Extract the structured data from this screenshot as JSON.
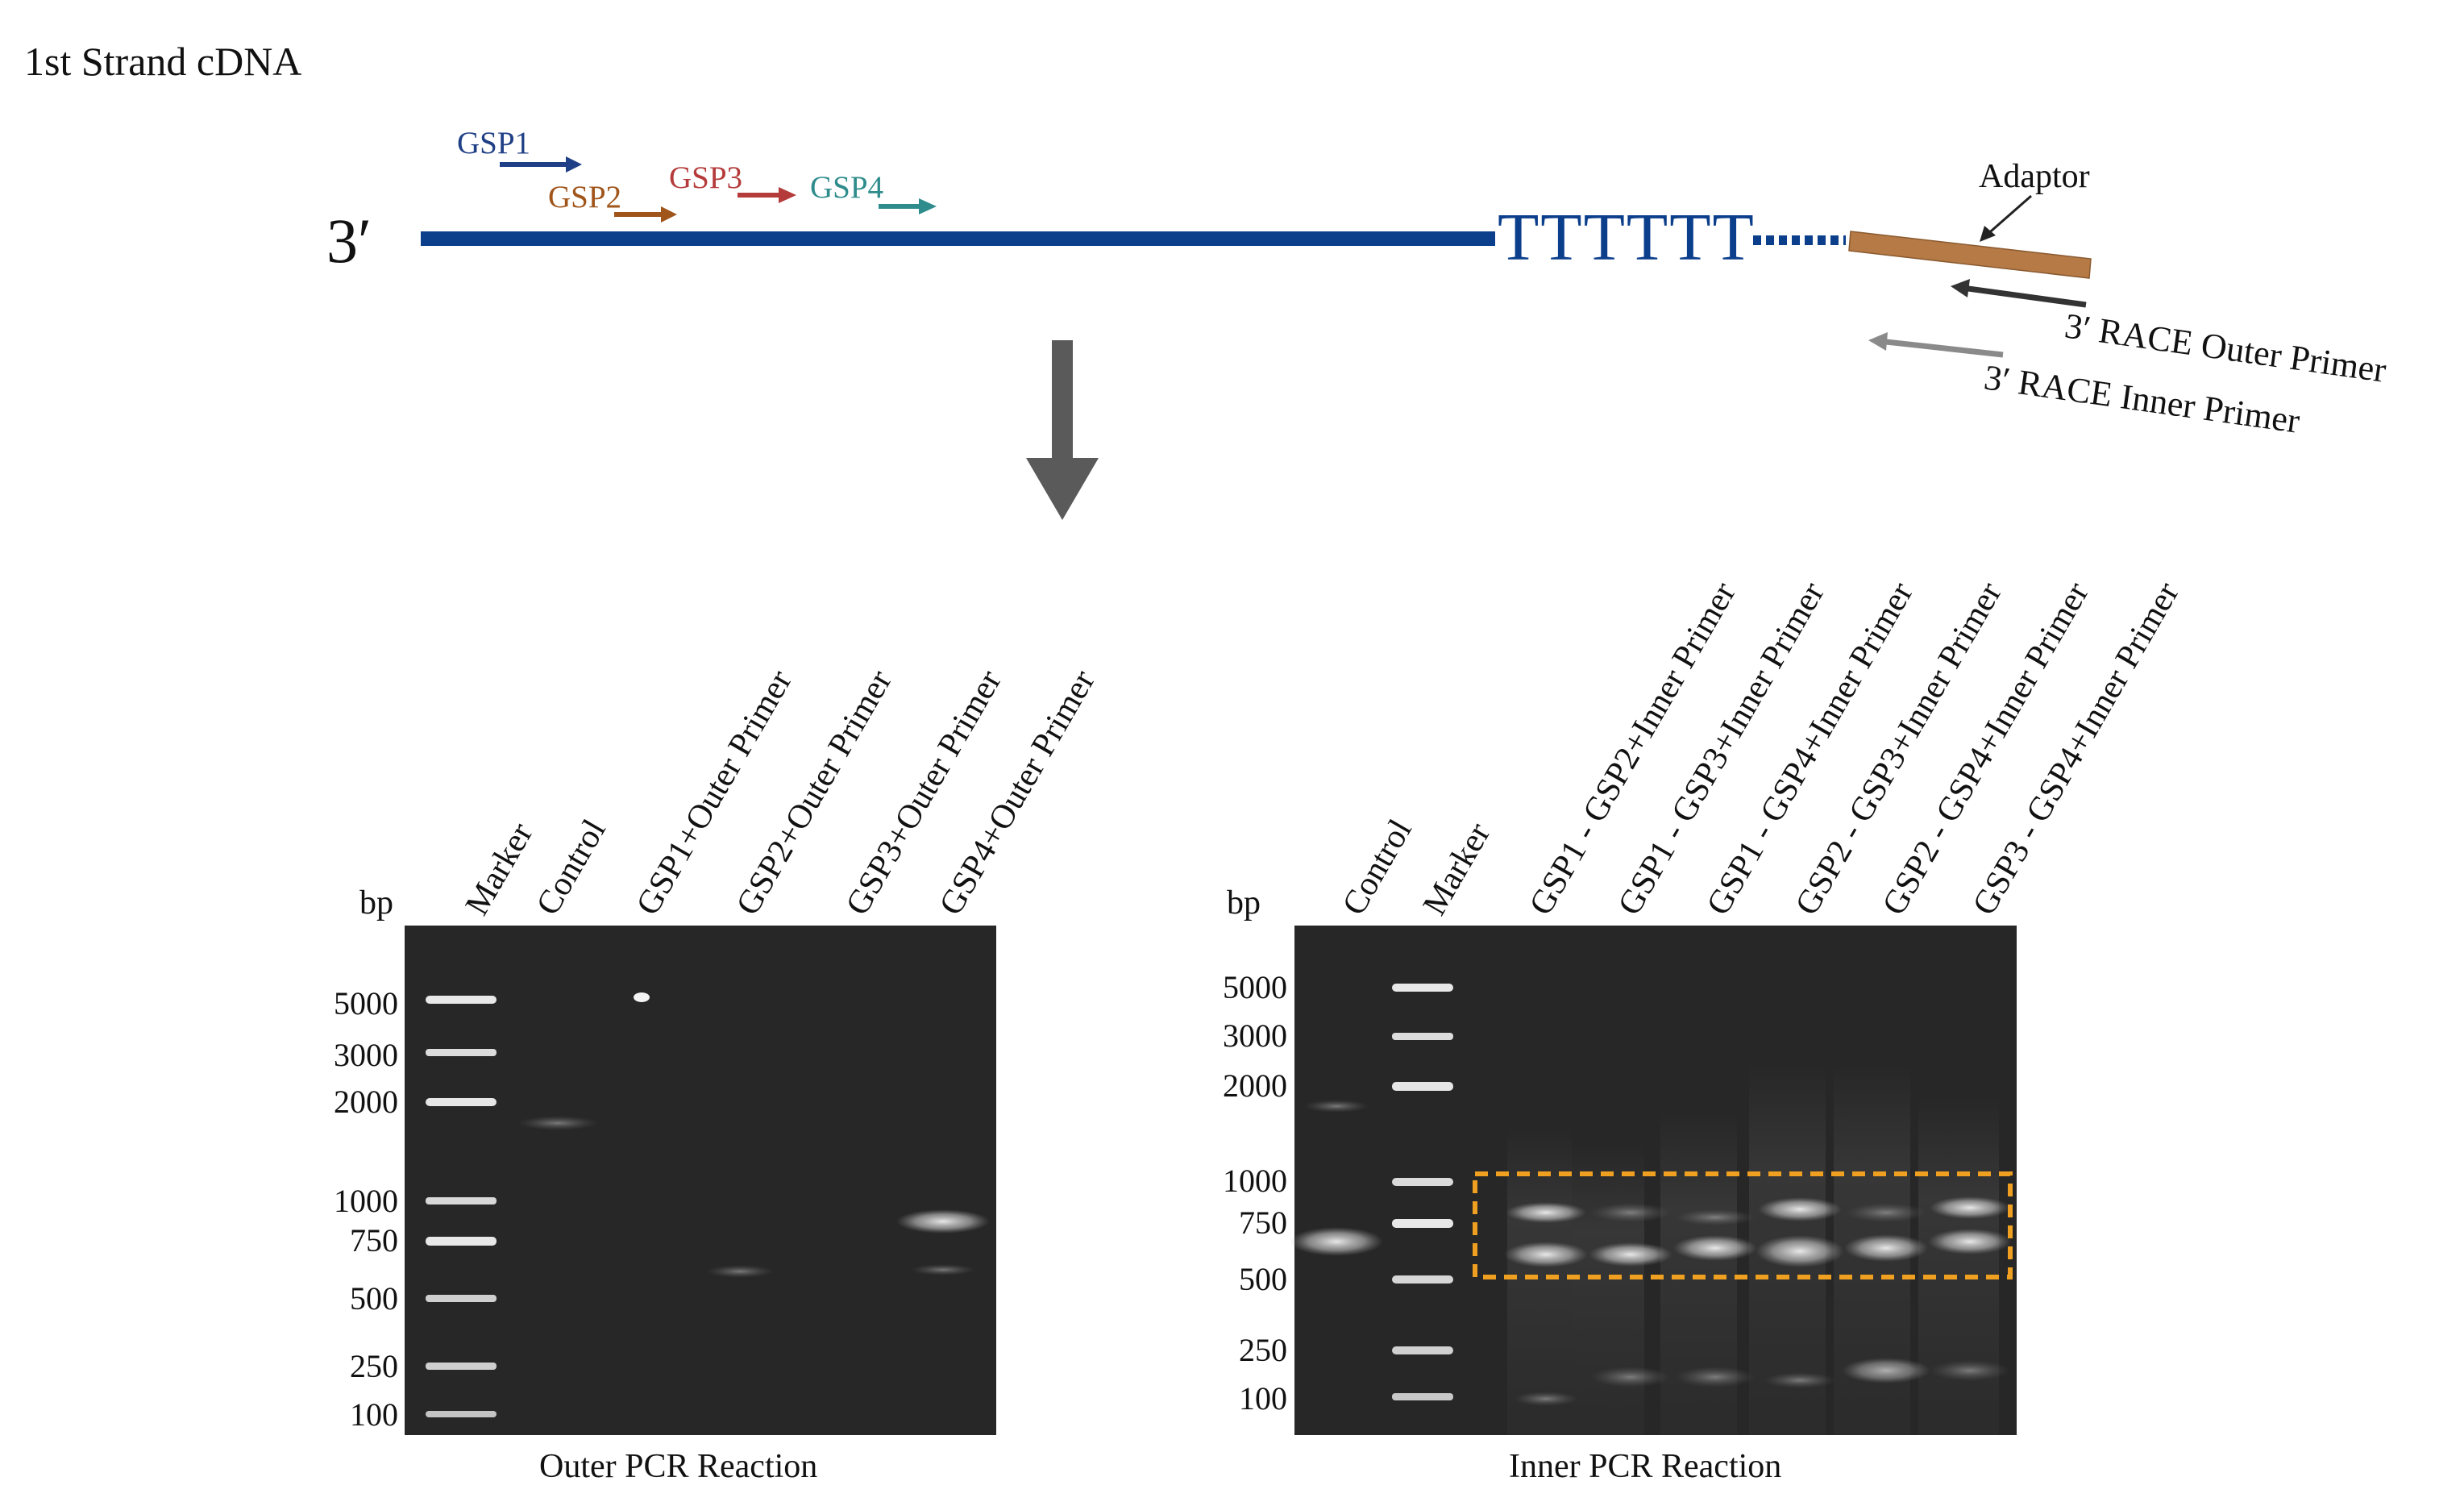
{
  "section_title": "1st Strand cDNA",
  "strand_end_label": "3′",
  "poly_t": "TTTTTT",
  "adaptor_label": "Adaptor",
  "primers": [
    {
      "label": "GSP1",
      "color": "#1f3f86"
    },
    {
      "label": "GSP2",
      "color": "#a0551b"
    },
    {
      "label": "GSP3",
      "color": "#b53b3b"
    },
    {
      "label": "GSP4",
      "color": "#2f8c8c"
    }
  ],
  "race_primers": [
    {
      "label": "3′ RACE Outer Primer",
      "color": "#333333"
    },
    {
      "label": "3′ RACE Inner Primer",
      "color": "#8a8a8a"
    }
  ],
  "colors": {
    "strand": "#0b3f8c",
    "poly_t": "#0b3f8c",
    "adaptor": "#b57a45",
    "flow_arrow": "#5a5a5a",
    "gel_background": "#262626",
    "highlight_box": "#f0a020"
  },
  "outer_gel": {
    "bp_label": "bp",
    "lanes": [
      "Marker",
      "Control",
      "GSP1+Outer Primer",
      "GSP2+Outer Primer",
      "GSP3+Outer Primer",
      "GSP4+Outer Primer"
    ],
    "markers": [
      "5000",
      "3000",
      "2000",
      "1000",
      "750",
      "500",
      "250",
      "100"
    ],
    "caption": "Outer PCR Reaction"
  },
  "inner_gel": {
    "bp_label": "bp",
    "lanes": [
      "Control",
      "Marker",
      "GSP1 - GSP2+Inner Primer",
      "GSP1 - GSP3+Inner Primer",
      "GSP1 - GSP4+Inner Primer",
      "GSP2 - GSP3+Inner Primer",
      "GSP2 - GSP4+Inner Primer",
      "GSP3 - GSP4+Inner Primer"
    ],
    "markers": [
      "5000",
      "3000",
      "2000",
      "1000",
      "750",
      "500",
      "250",
      "100"
    ],
    "caption": "Inner PCR Reaction"
  }
}
